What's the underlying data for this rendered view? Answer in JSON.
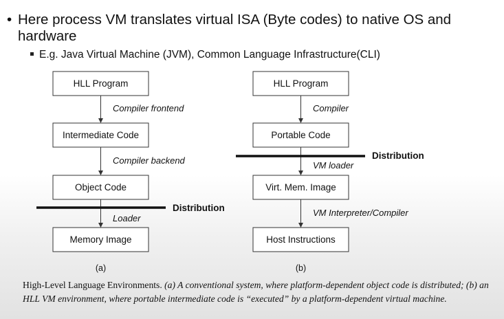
{
  "slide": {
    "bullet_main": "Here process VM translates virtual ISA (Byte codes) to native OS and hardware",
    "bullet_sub": "E.g. Java Virtual Machine (JVM), Common Language Infrastructure(CLI)"
  },
  "diagram": {
    "a": {
      "boxes": [
        "HLL Program",
        "Intermediate Code",
        "Object Code",
        "Memory Image"
      ],
      "steps": [
        "Compiler frontend",
        "Compiler backend",
        "Loader"
      ],
      "distribution": "Distribution",
      "label": "(a)"
    },
    "b": {
      "boxes": [
        "HLL Program",
        "Portable Code",
        "Virt. Mem. Image",
        "Host Instructions"
      ],
      "steps": [
        "Compiler",
        "VM loader",
        "VM Interpreter/Compiler"
      ],
      "distribution": "Distribution",
      "label": "(b)"
    }
  },
  "caption": {
    "lead": "High-Level Language Environments.",
    "rest": "(a) A conventional system, where platform-dependent object code is distributed; (b) an HLL VM environment, where portable intermediate code is “executed” by a platform-dependent virtual machine."
  }
}
